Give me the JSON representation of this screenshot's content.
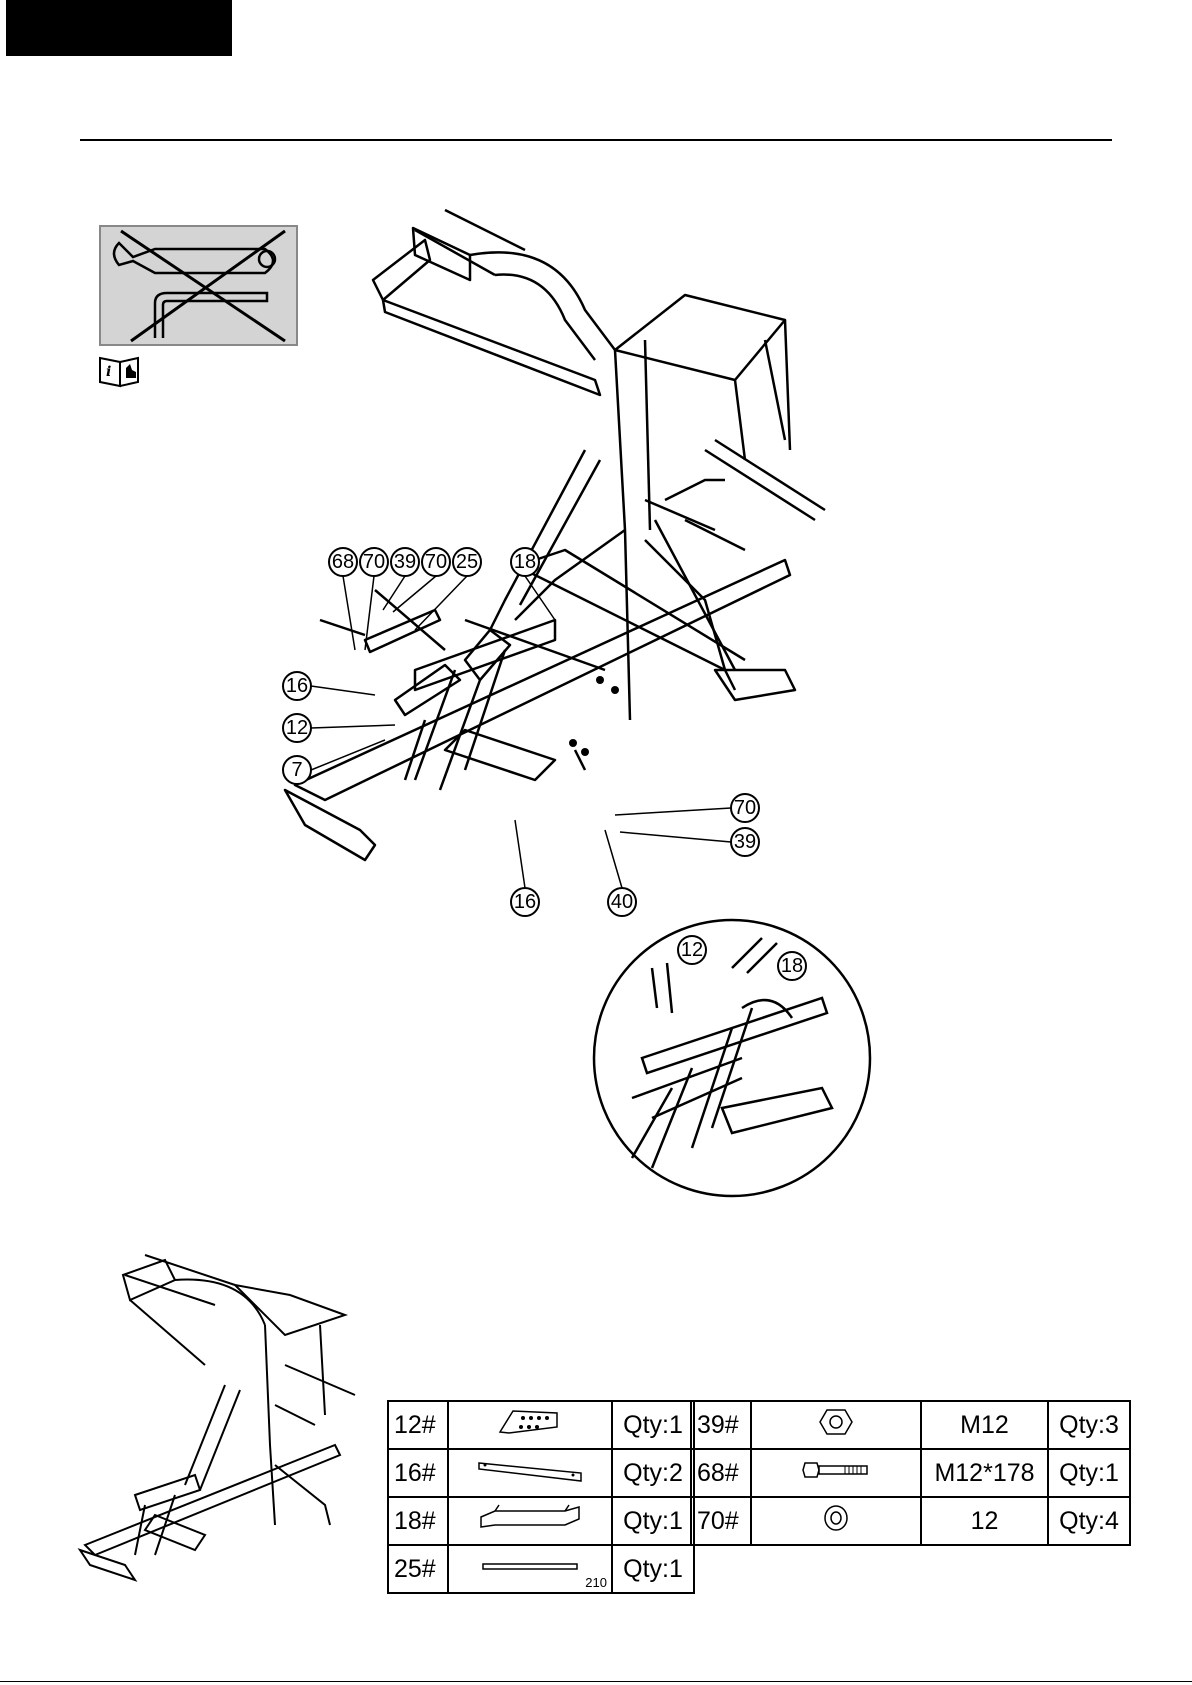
{
  "callouts": {
    "main": [
      "68",
      "70",
      "39",
      "70",
      "25",
      "18",
      "16",
      "12",
      "7",
      "70",
      "39",
      "16",
      "40"
    ],
    "zoom": [
      "12",
      "18"
    ]
  },
  "parts_left": [
    {
      "num": "12#",
      "qty": "Qty:1",
      "icon": "adjuster-plate-icon"
    },
    {
      "num": "16#",
      "qty": "Qty:2",
      "icon": "flat-bar-icon"
    },
    {
      "num": "18#",
      "qty": "Qty:1",
      "icon": "bracket-icon"
    },
    {
      "num": "25#",
      "qty": "Qty:1",
      "icon": "axle-rod-icon",
      "dim": "210"
    }
  ],
  "parts_right": [
    {
      "num": "39#",
      "spec": "M12",
      "qty": "Qty:3",
      "icon": "nut-icon"
    },
    {
      "num": "68#",
      "spec": "M12*178",
      "qty": "Qty:1",
      "icon": "bolt-icon"
    },
    {
      "num": "70#",
      "spec": "12",
      "qty": "Qty:4",
      "icon": "washer-icon"
    }
  ]
}
